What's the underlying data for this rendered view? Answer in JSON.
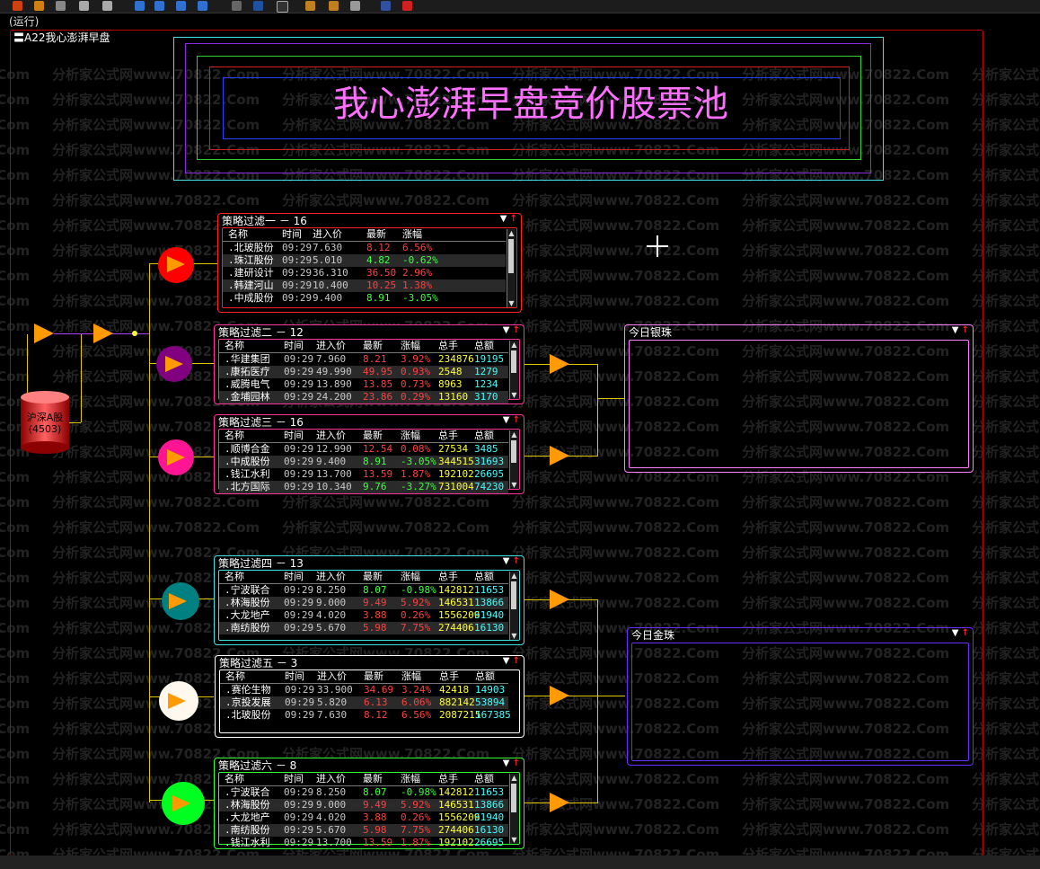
{
  "status": "(运行)",
  "frame_title": "〓A22我心澎湃早盘",
  "main_title": "我心澎湃早盘竞价股票池",
  "watermark": "分析家公式网www.70822.Com",
  "source": {
    "line1": "沪深A股",
    "line2": "(4503)"
  },
  "filters": [
    {
      "title": "策略过滤一 － 16",
      "columns": [
        "名称",
        "时间",
        "进入价",
        "最新",
        "涨幅"
      ],
      "rows": [
        [
          "北玻股份",
          "09:29",
          "7.630",
          "8.12",
          "6.56%"
        ],
        [
          "珠江股份",
          "09:29",
          "5.010",
          "4.82",
          "-0.62%"
        ],
        [
          "建研设计",
          "09:29",
          "36.310",
          "36.50",
          "2.96%"
        ],
        [
          "韩建河山",
          "09:29",
          "10.400",
          "10.25",
          "1.38%"
        ],
        [
          "中成股份",
          "09:29",
          "9.400",
          "8.91",
          "-3.05%"
        ]
      ]
    },
    {
      "title": "策略过滤二 － 12",
      "columns": [
        "名称",
        "时间",
        "进入价",
        "最新",
        "涨幅",
        "总手",
        "总额"
      ],
      "rows": [
        [
          "华建集团",
          "09:29",
          "7.960",
          "8.21",
          "3.92%",
          "234876",
          "19195"
        ],
        [
          "康拓医疗",
          "09:29",
          "49.990",
          "49.95",
          "0.93%",
          "2548",
          "1279"
        ],
        [
          "威腾电气",
          "09:29",
          "13.890",
          "13.85",
          "0.73%",
          "8963",
          "1234"
        ],
        [
          "金埔园林",
          "09:29",
          "24.200",
          "23.86",
          "0.29%",
          "13160",
          "3170"
        ]
      ]
    },
    {
      "title": "策略过滤三 － 16",
      "columns": [
        "名称",
        "时间",
        "进入价",
        "最新",
        "涨幅",
        "总手",
        "总额"
      ],
      "rows": [
        [
          "顺博合金",
          "09:29",
          "12.990",
          "12.54",
          "0.08%",
          "27534",
          "3485"
        ],
        [
          "中成股份",
          "09:29",
          "9.400",
          "8.91",
          "-3.05%",
          "344515",
          "31693"
        ],
        [
          "钱江水利",
          "09:29",
          "13.700",
          "13.59",
          "1.87%",
          "192102",
          "26695"
        ],
        [
          "北方国际",
          "09:29",
          "10.340",
          "9.76",
          "-3.27%",
          "731004",
          "74230"
        ]
      ]
    },
    {
      "title": "策略过滤四 － 13",
      "columns": [
        "名称",
        "时间",
        "进入价",
        "最新",
        "涨幅",
        "总手",
        "总额"
      ],
      "rows": [
        [
          "宁波联合",
          "09:29",
          "8.250",
          "8.07",
          "-0.98%",
          "142812",
          "11653"
        ],
        [
          "林海股份",
          "09:29",
          "9.000",
          "9.49",
          "5.92%",
          "146531",
          "13866"
        ],
        [
          "大龙地产",
          "09:29",
          "4.020",
          "3.88",
          "0.26%",
          "1556209",
          "61940"
        ],
        [
          "南纺股份",
          "09:29",
          "5.670",
          "5.98",
          "7.75%",
          "274406",
          "16130"
        ]
      ]
    },
    {
      "title": "策略过滤五 － 3",
      "columns": [
        "名称",
        "时间",
        "进入价",
        "最新",
        "涨幅",
        "总手",
        "总额"
      ],
      "rows": [
        [
          "赛伦生物",
          "09:29",
          "33.900",
          "34.69",
          "3.24%",
          "42418",
          "14903"
        ],
        [
          "京投发展",
          "09:29",
          "5.820",
          "6.13",
          "6.06%",
          "882142",
          "53894"
        ],
        [
          "北玻股份",
          "09:29",
          "7.630",
          "8.12",
          "6.56%",
          "2087215",
          "167385"
        ]
      ]
    },
    {
      "title": "策略过滤六 － 8",
      "columns": [
        "名称",
        "时间",
        "进入价",
        "最新",
        "涨幅",
        "总手",
        "总额"
      ],
      "rows": [
        [
          "宁波联合",
          "09:29",
          "8.250",
          "8.07",
          "-0.98%",
          "142812",
          "11653"
        ],
        [
          "林海股份",
          "09:29",
          "9.000",
          "9.49",
          "5.92%",
          "146531",
          "13866"
        ],
        [
          "大龙地产",
          "09:29",
          "4.020",
          "3.88",
          "0.26%",
          "1556209",
          "61940"
        ],
        [
          "南纺股份",
          "09:29",
          "5.670",
          "5.98",
          "7.75%",
          "274406",
          "16130"
        ],
        [
          "钱江水利",
          "09:29",
          "13.700",
          "13.59",
          "1.87%",
          "192102",
          "26695"
        ]
      ]
    }
  ],
  "outputs": [
    {
      "title": "今日银珠",
      "color": "#ff80ff"
    },
    {
      "title": "今日金珠",
      "color": "#6a2cff"
    }
  ],
  "colors": {
    "frame": "#c00000",
    "title_text": "#ff6fff",
    "connector": "#e0c400",
    "node": "#ff9a00",
    "circles": [
      "#ff0000",
      "#800080",
      "#ff1493",
      "#008080",
      "#fff8ee",
      "#00ff20"
    ],
    "panel_borders": [
      "#ff2020",
      "#ff3399",
      "#ff3399",
      "#40e0e0",
      "#ffffff",
      "#30ff30"
    ]
  },
  "icons": [
    "toolbar-icons",
    "triangle-node-icon",
    "database-icon",
    "crosshair-cursor-icon",
    "dropdown-icon",
    "up-arrow-icon"
  ]
}
